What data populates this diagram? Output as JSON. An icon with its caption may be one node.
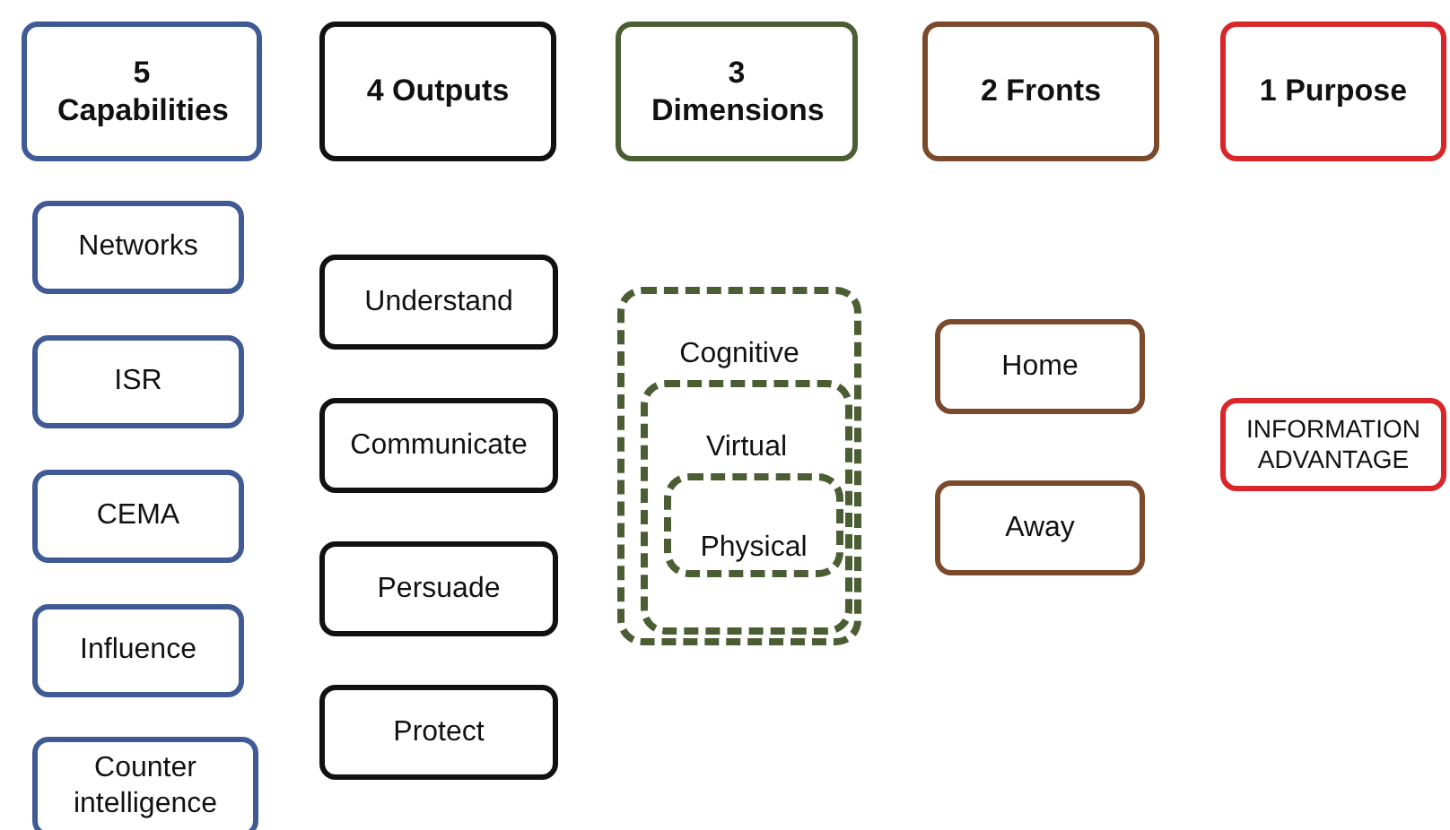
{
  "diagram": {
    "nodes": [
      {
        "text": [
          "5 Capabilities"
        ]
      },
      {
        "text": [
          "4 Outputs"
        ]
      },
      {
        "text": [
          "3 Dimensions"
        ]
      },
      {
        "text": [
          "2 Fronts"
        ]
      },
      {
        "text": [
          "1 Purpose"
        ]
      },
      {
        "text": [
          "Networks"
        ]
      },
      {
        "text": [
          "ISR"
        ]
      },
      {
        "text": [
          "CEMA"
        ]
      },
      {
        "text": [
          "Influence"
        ]
      },
      {
        "text": [
          "Counter intelligence"
        ]
      },
      {
        "text": [
          "Understand"
        ]
      },
      {
        "text": [
          "Communicate"
        ]
      },
      {
        "text": [
          "Persuade"
        ]
      },
      {
        "text": [
          "Protect"
        ]
      },
      {
        "text": [
          "Cognitive"
        ]
      },
      {
        "text": [
          "Virtual"
        ],
        "in": 14
      },
      {
        "text": [
          "Physical"
        ],
        "in": 15
      },
      {
        "text": [
          "Home"
        ]
      },
      {
        "text": [
          "Away"
        ]
      },
      {
        "text": [
          "INFORMATION ADVANTAGE"
        ]
      }
    ]
  }
}
